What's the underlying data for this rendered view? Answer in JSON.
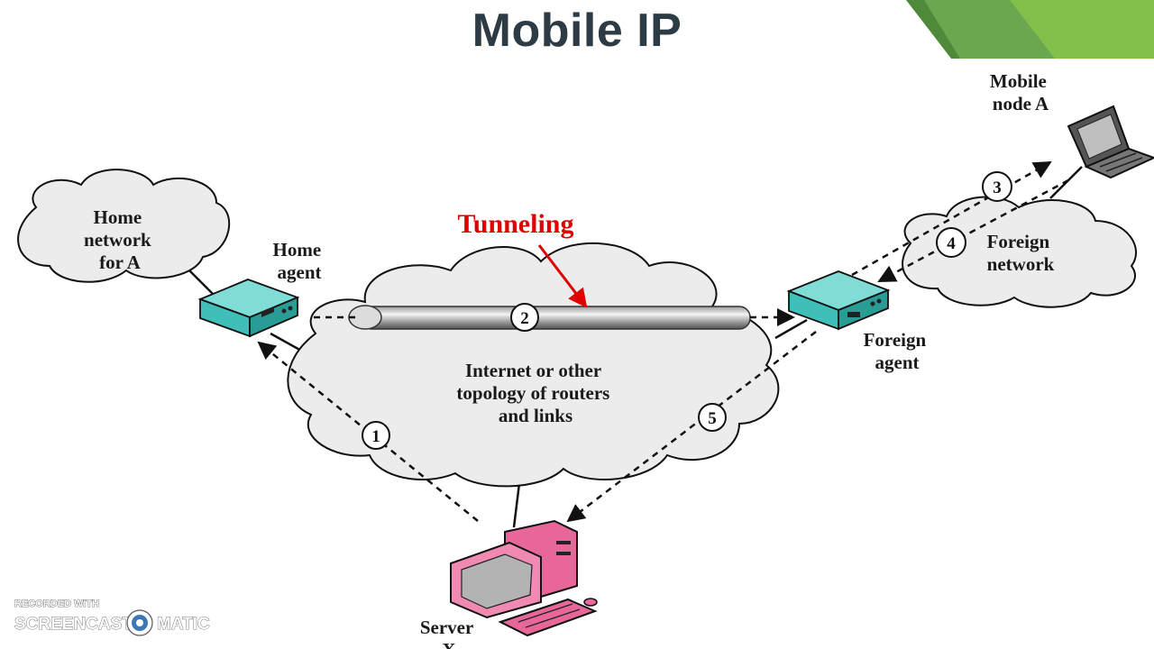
{
  "title": "Mobile IP",
  "labels": {
    "home_network": [
      "Home",
      "network",
      "for A"
    ],
    "home_agent": [
      "Home",
      "agent"
    ],
    "internet": [
      "Internet or other",
      "topology of routers",
      "and links"
    ],
    "tunneling": "Tunneling",
    "mobile_node": [
      "Mobile",
      "node A"
    ],
    "foreign_network": [
      "Foreign",
      "network"
    ],
    "foreign_agent": [
      "Foreign",
      "agent"
    ],
    "server": [
      "Server",
      "X"
    ]
  },
  "steps": [
    "1",
    "2",
    "3",
    "4",
    "5"
  ],
  "watermark": {
    "line1": "RECORDED WITH",
    "left": "SCREENCAST",
    "right": "MATIC"
  },
  "colors": {
    "title": "#2d3b45",
    "tunneling": "#e00000",
    "agent_box": "#3fbfb8",
    "server": "#e8679a",
    "cloud": "#ececec",
    "corner_accent": "#6aa84f"
  }
}
